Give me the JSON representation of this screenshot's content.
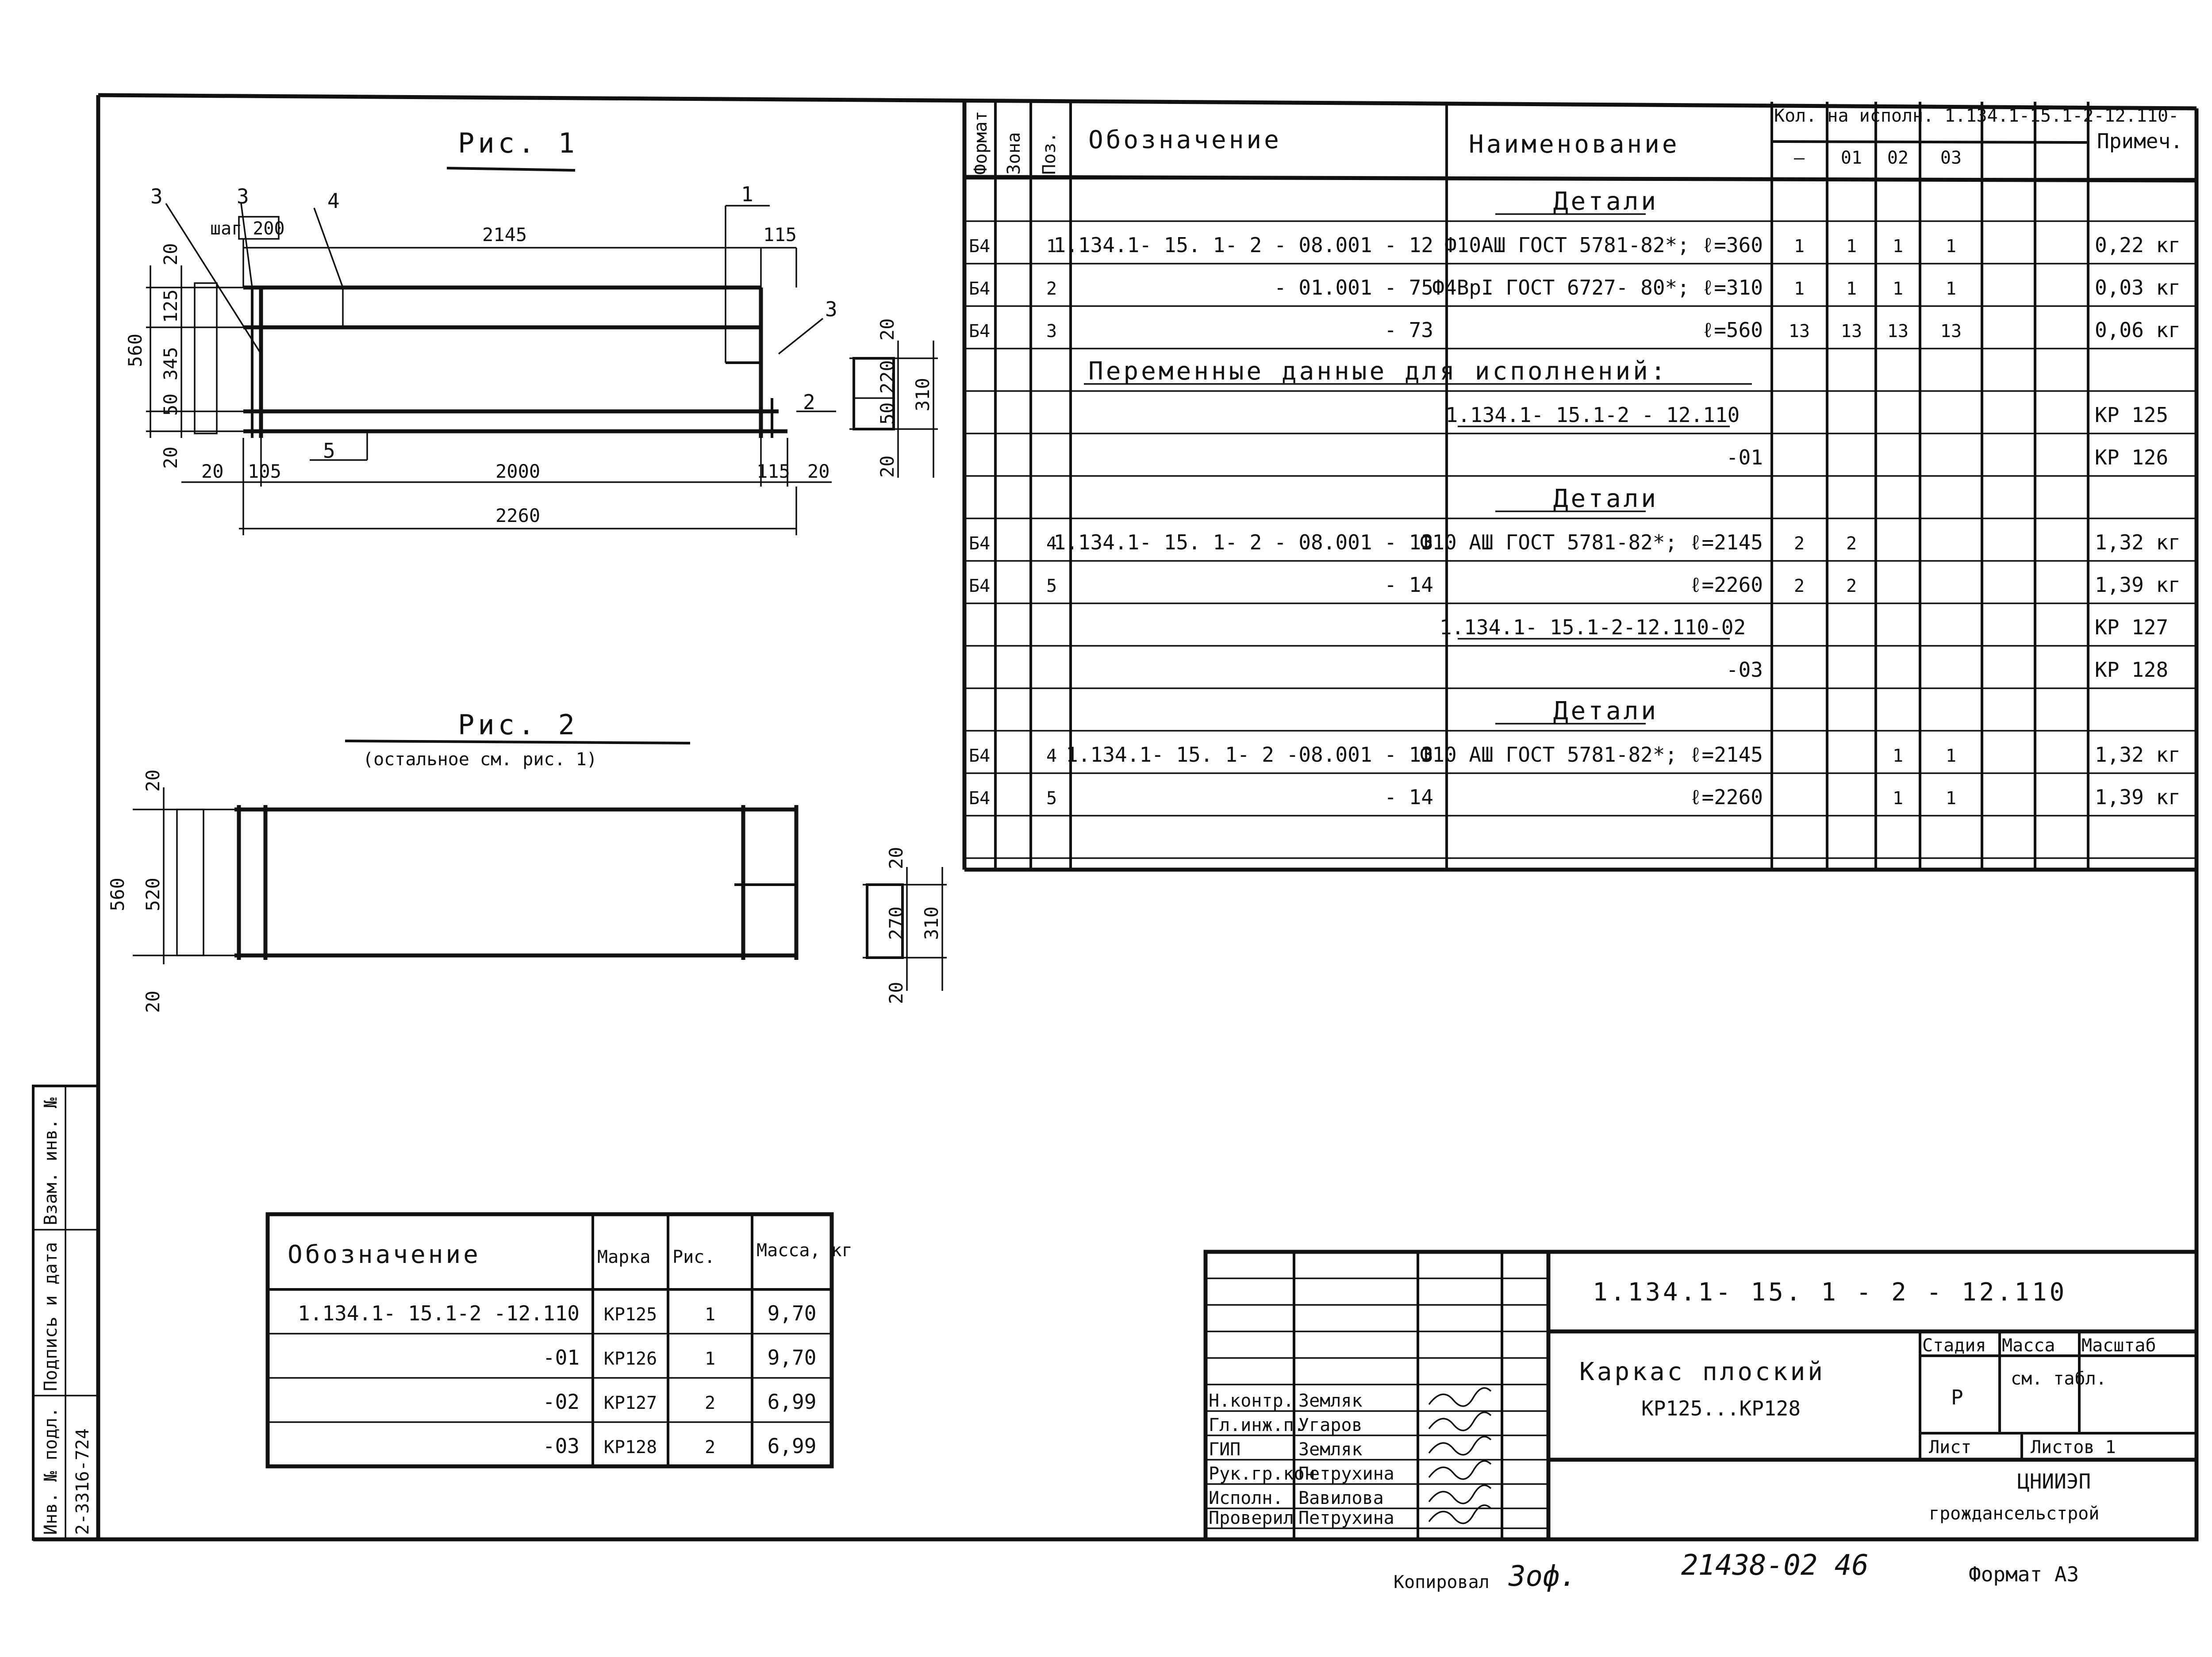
{
  "fig1": {
    "title": "Рис. 1",
    "labels": {
      "pos3a": "3",
      "pos3b": "3",
      "pos4": "4",
      "pos1": "1",
      "pos3c": "3",
      "pos2": "2",
      "pos5": "5",
      "step": "шаг 200"
    },
    "dims": {
      "top_len": "2145",
      "top_right": "115",
      "left_20a": "20",
      "left_125": "125",
      "left_345": "345",
      "left_50": "50",
      "left_560": "560",
      "left_20b": "20",
      "bot_20a": "20",
      "bot_105": "105",
      "bot_2000": "2000",
      "bot_115": "115",
      "bot_20b": "20",
      "bot_2260": "2260",
      "sec_20a": "20",
      "sec_220": "220",
      "sec_50": "50",
      "sec_310": "310",
      "sec_20b": "20"
    }
  },
  "fig2": {
    "title": "Рис. 2",
    "subtitle": "(остальное см. рис. 1)",
    "dims": {
      "left_20a": "20",
      "left_520": "520",
      "left_560": "560",
      "left_20b": "20",
      "sec_20a": "20",
      "sec_270": "270",
      "sec_310": "310",
      "sec_20b": "20"
    }
  },
  "spec": {
    "headers": {
      "format": "Формат",
      "zone": "Зона",
      "pos": "Поз.",
      "designation": "Обозначение",
      "name": "Наименование",
      "qty": "Кол. на исполн. 1.134.1-15.1-2-12.110-",
      "q0": "—",
      "q1": "01",
      "q2": "02",
      "q3": "03",
      "note": "Примеч."
    },
    "rows": [
      {
        "name": "Детали",
        "heading": true
      },
      {
        "format": "Б4",
        "pos": "1",
        "designation": "1.134.1- 15. 1- 2  - 08.001 - 12",
        "name": "Ф10АШ ГОСТ 5781-82*; ℓ=360",
        "q0": "1",
        "q1": "1",
        "q2": "1",
        "q3": "1",
        "note": "0,22 кг"
      },
      {
        "format": "Б4",
        "pos": "2",
        "designation": "- 01.001 - 75",
        "name": "Ф4ВрI ГОСТ 6727- 80*; ℓ=310",
        "q0": "1",
        "q1": "1",
        "q2": "1",
        "q3": "1",
        "note": "0,03 кг"
      },
      {
        "format": "Б4",
        "pos": "3",
        "designation": "- 73",
        "name": "ℓ=560",
        "q0": "13",
        "q1": "13",
        "q2": "13",
        "q3": "13",
        "note": "0,06 кг"
      },
      {
        "span": "Переменные данные для исполнений:"
      },
      {
        "name": "1.134.1- 15.1-2 - 12.110",
        "note": "КР 125",
        "underline": true
      },
      {
        "name": "-01",
        "note": "КР 126"
      },
      {
        "name": "Детали",
        "heading": true
      },
      {
        "format": "Б4",
        "pos": "4",
        "designation": "1.134.1- 15. 1- 2  - 08.001 - 13",
        "name": "Ф10 АШ ГОСТ 5781-82*; ℓ=2145",
        "q0": "2",
        "q1": "2",
        "note": "1,32 кг"
      },
      {
        "format": "Б4",
        "pos": "5",
        "designation": "- 14",
        "name": "ℓ=2260",
        "q0": "2",
        "q1": "2",
        "note": "1,39 кг"
      },
      {
        "name": "1.134.1- 15.1-2-12.110-02",
        "note": "КР 127",
        "underline": true
      },
      {
        "name": "-03",
        "note": "КР 128"
      },
      {
        "name": "Детали",
        "heading": true
      },
      {
        "format": "Б4",
        "pos": "4",
        "designation": "1.134.1- 15. 1- 2  -08.001 - 13",
        "name": "Ф10 АШ ГОСТ 5781-82*; ℓ=2145",
        "q2": "1",
        "q3": "1",
        "note": "1,32 кг"
      },
      {
        "format": "Б4",
        "pos": "5",
        "designation": "- 14",
        "name": "ℓ=2260",
        "q2": "1",
        "q3": "1",
        "note": "1,39 кг"
      }
    ]
  },
  "mark_table": {
    "headers": {
      "designation": "Обозначение",
      "mark": "Марка",
      "fig": "Рис.",
      "mass": "Масса, кг"
    },
    "rows": [
      {
        "designation": "1.134.1- 15.1-2 -12.110",
        "mark": "КР125",
        "fig": "1",
        "mass": "9,70"
      },
      {
        "designation": "-01",
        "mark": "КР126",
        "fig": "1",
        "mass": "9,70"
      },
      {
        "designation": "-02",
        "mark": "КР127",
        "fig": "2",
        "mass": "6,99"
      },
      {
        "designation": "-03",
        "mark": "КР128",
        "fig": "2",
        "mass": "6,99"
      }
    ]
  },
  "title_block": {
    "code": "1.134.1- 15. 1 - 2 - 12.110",
    "title_line1": "Каркас плоский",
    "title_line2": "КР125...КР128",
    "stage_label": "Стадия",
    "mass_label": "Масса",
    "scale_label": "Масштаб",
    "stage": "Р",
    "mass_value": "см. табл.",
    "sheet_label": "Лист",
    "sheets_label": "Листов 1",
    "org_line1": "ЦНИИЭП",
    "org_line2": "грождансельстрой",
    "people": [
      {
        "role": "Н.контр.",
        "name": "Земляк"
      },
      {
        "role": "Гл.инж.п.",
        "name": "Угаров"
      },
      {
        "role": "ГИП",
        "name": "Земляк"
      },
      {
        "role": "Рук.гр.кон",
        "name": "Петрухина"
      },
      {
        "role": "Исполн.",
        "name": "Вавилова"
      },
      {
        "role": "Проверил",
        "name": "Петрухина"
      }
    ]
  },
  "side_stamp": {
    "inv_no": "Инв. № подл.",
    "sign_date": "Подпись и дата",
    "vzam_inv": "Взам. инв. №",
    "inv_value": "2-3316-724"
  },
  "footer": {
    "copied": "Копировал",
    "copier": "Зоф.",
    "doc_no": "21438-02  46",
    "format": "Формат А3"
  }
}
